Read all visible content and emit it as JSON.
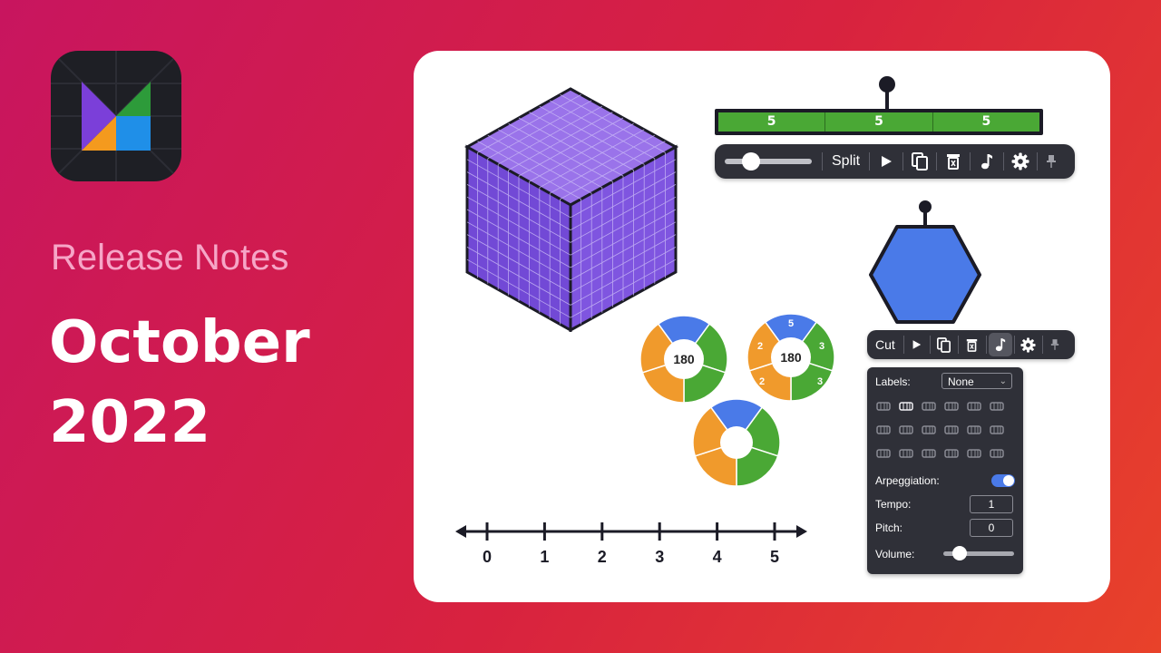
{
  "header": {
    "release_label": "Release Notes",
    "month_line1": "October",
    "month_line2": "2022"
  },
  "app_icon": {
    "name": "mathigon-logo-icon",
    "colors": [
      "#7b3fd9",
      "#2d9b3a",
      "#f49a1e",
      "#1f8fe8"
    ]
  },
  "bar_model": {
    "segments": [
      "5",
      "5",
      "5"
    ],
    "fill_color": "#4aa835"
  },
  "toolbar_top": {
    "split_label": "Split",
    "slider_value": 0.2,
    "icons": [
      "play-icon",
      "copy-icon",
      "delete-icon",
      "music-note-icon",
      "gear-icon",
      "pin-icon"
    ]
  },
  "pies": {
    "left_center": "180",
    "right_center": "180",
    "right_labels": [
      "5",
      "3",
      "3",
      "2",
      "2"
    ]
  },
  "hexagon": {
    "fill_color": "#4a7ae8"
  },
  "toolbar_cut": {
    "cut_label": "Cut",
    "icons": [
      "play-icon",
      "copy-icon",
      "delete-icon",
      "music-note-icon",
      "gear-icon",
      "pin-icon"
    ]
  },
  "sound_panel": {
    "labels_label": "Labels:",
    "labels_value": "None",
    "instruments": [
      "keyboard-icon",
      "piano-icon",
      "xylophone-icon",
      "organ-icon",
      "guitar-icon",
      "electric-guitar-icon",
      "banjo-icon",
      "drum-icon",
      "snare-icon",
      "steel-drum-icon",
      "tambourine-icon",
      "shaker-icon",
      "hand-icon",
      "maraca-icon",
      "cow-icon",
      "bird-icon",
      "duck-icon",
      "accordion-icon"
    ],
    "arpeggiation_label": "Arpeggiation:",
    "arpeggiation_on": true,
    "tempo_label": "Tempo:",
    "tempo_value": "1",
    "pitch_label": "Pitch:",
    "pitch_value": "0",
    "volume_label": "Volume:",
    "volume_value": 0.15
  },
  "number_line": {
    "ticks": [
      "0",
      "1",
      "2",
      "3",
      "4",
      "5"
    ]
  }
}
